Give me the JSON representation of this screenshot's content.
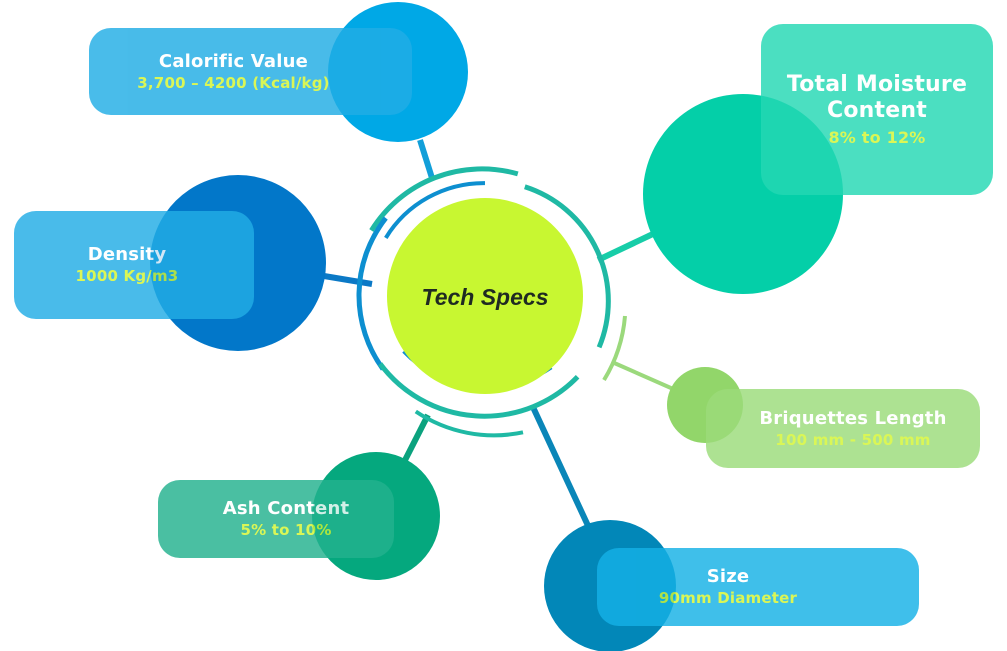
{
  "hub": {
    "label": "Tech Specs",
    "color": "#c8f731"
  },
  "colors": {
    "ring_teal": "#1fb9a4",
    "ring_blue": "#0d8fd0",
    "value_text": "#d3f531"
  },
  "specs": [
    {
      "id": "calorific",
      "title": "Calorific Value",
      "value": "3,700 – 4200 (Kcal/kg)",
      "circle_color": "#00a8e6",
      "card_color": "#21ade5",
      "line_color": "#129fd9"
    },
    {
      "id": "density",
      "title": "Density",
      "value": "1000 Kg/m3",
      "circle_color": "#0277c9",
      "card_color": "#22ade6",
      "line_color": "#0b79c6"
    },
    {
      "id": "moisture",
      "title": "Total Moisture Content",
      "value": "8% to 12%",
      "circle_color": "#04cfa8",
      "card_color": "#24d8b4",
      "line_color": "#17cda8"
    },
    {
      "id": "briquettes",
      "title": "Briquettes Length",
      "value": "100 mm - 500 mm",
      "circle_color": "#92d66a",
      "card_color": "#9cdc7b",
      "line_color": "#9bd97c"
    },
    {
      "id": "ash",
      "title": "Ash Content",
      "value": "5% to 10%",
      "circle_color": "#05a87e",
      "card_color": "#23b28e",
      "line_color": "#0ba27e"
    },
    {
      "id": "size",
      "title": "Size",
      "value": "90mm Diameter",
      "circle_color": "#0287b8",
      "card_color": "#15b1e6",
      "line_color": "#0a86b8"
    }
  ]
}
